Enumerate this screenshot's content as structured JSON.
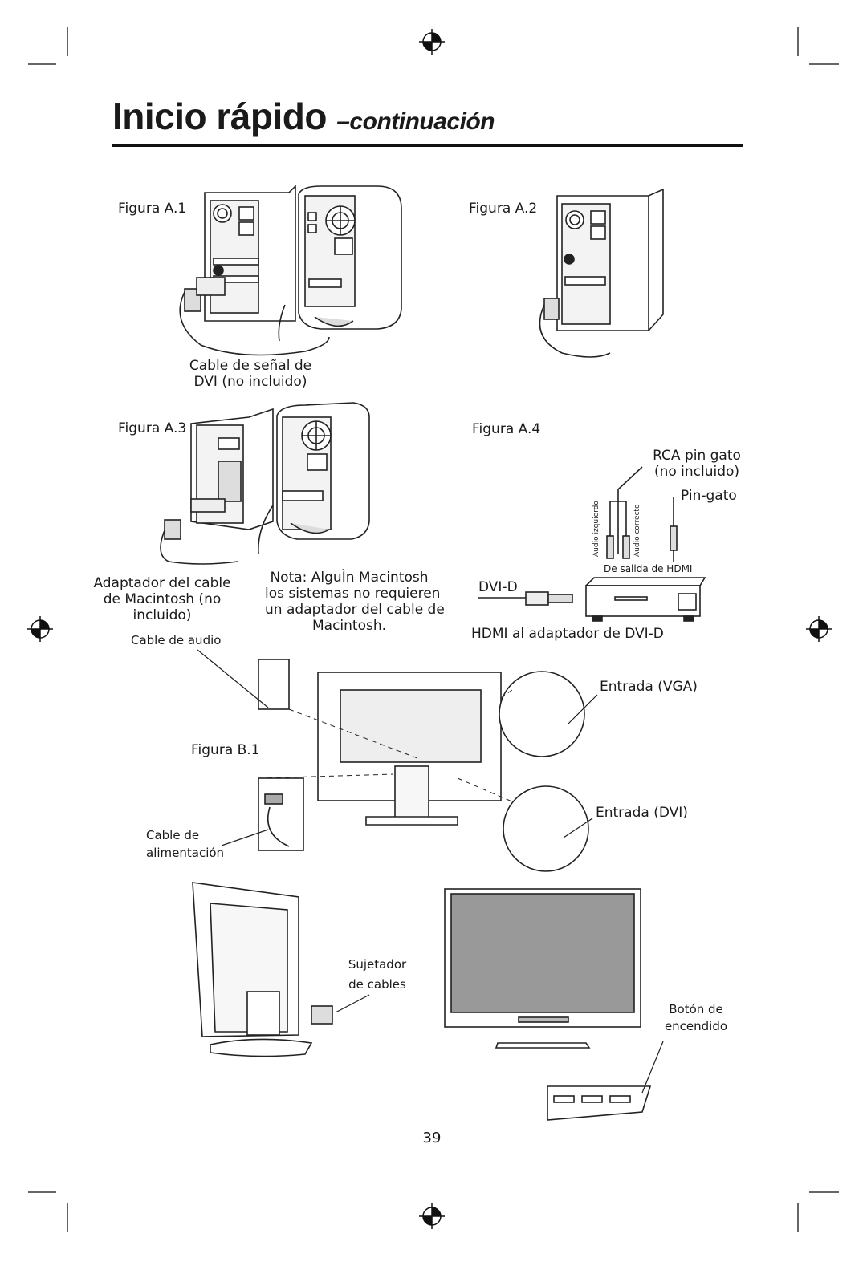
{
  "header": {
    "title": "Inicio rápido",
    "subtitle": "–continuación"
  },
  "figures": {
    "a1": {
      "label": "Figura A.1",
      "caption_line1": "Cable de señal de",
      "caption_line2": "DVI (no incluido)"
    },
    "a2": {
      "label": "Figura A.2"
    },
    "a3": {
      "label": "Figura A.3",
      "adapter_line1": "Adaptador del cable",
      "adapter_line2": "de Macintosh (no",
      "adapter_line3": "incluido)",
      "note_line1": "Nota: AlguÌn Macintosh",
      "note_line2": "los sistemas no requieren",
      "note_line3": "un adaptador del cable de",
      "note_line4": "Macintosh."
    },
    "a4": {
      "label": "Figura A.4",
      "rca_line1": "RCA pin gato",
      "rca_line2": "(no incluido)",
      "pin_gato": "Pin-gato",
      "audio_left": "Audio izquierdo",
      "audio_right": "Audio correcto",
      "hdmi_out": "De salida de HDMI",
      "dvi_d": "DVI-D",
      "caption": "HDMI al adaptador de DVI-D"
    },
    "b1": {
      "label": "Figura B.1",
      "audio_cable": "Cable de audio",
      "vga_input": "Entrada (VGA)",
      "dvi_input": "Entrada (DVI)",
      "power_line1": "Cable de",
      "power_line2": "alimentación"
    },
    "bottom": {
      "holder_line1": "Sujetador",
      "holder_line2": "de cables",
      "power_btn_line1": "Botón de",
      "power_btn_line2": "encendido"
    }
  },
  "footer": {
    "page_number": "39"
  }
}
